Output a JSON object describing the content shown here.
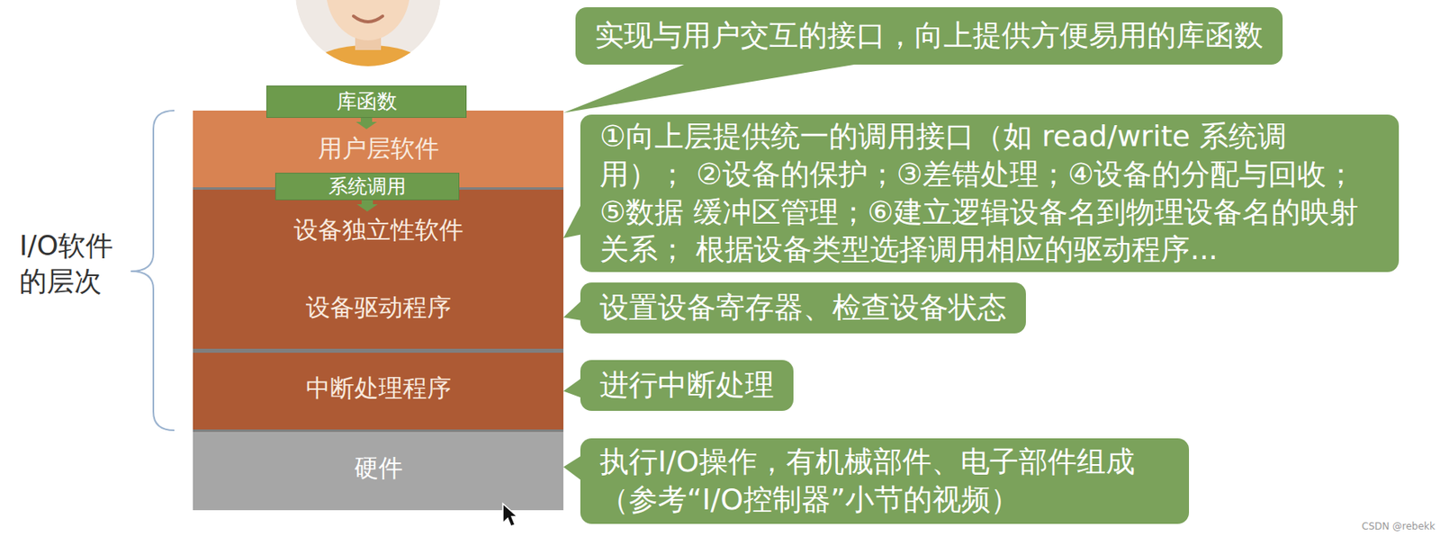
{
  "diagram": {
    "nodes": [
      {
        "text": [
          "库函数"
        ]
      },
      {
        "text": [
          "用户层软件"
        ]
      },
      {
        "text": [
          "系统调用"
        ]
      },
      {
        "text": [
          "设备独立性软件"
        ]
      },
      {
        "text": [
          "设备驱动程序"
        ]
      },
      {
        "text": [
          "中断处理程序"
        ]
      },
      {
        "text": [
          "硬件"
        ]
      },
      {
        "text": [
          "实现与用户交互的接口，向上提供方便易用的库函数"
        ]
      },
      {
        "text": [
          "①向上层提供统一的调用接口（如 read/write 系统调用）； ②设备的保护；③差错处理；④设备的分配与回收；⑤数据 缓冲区管理；⑥建立逻辑设备名到物理设备名的映射关系； 根据设备类型选择调用相应的驱动程序..."
        ]
      },
      {
        "text": [
          "设置设备寄存器、检查设备状态"
        ]
      },
      {
        "text": [
          "进行中断处理"
        ]
      },
      {
        "text": [
          "执行I/O操作，有机械部件、电子部件组成 （参考“I/O控制器”小节的视频）"
        ]
      }
    ],
    "edges": [
      {
        "from": 0,
        "to": 1,
        "arrow": "to"
      },
      {
        "from": 2,
        "to": 3,
        "arrow": "to"
      },
      {
        "from": 7,
        "to": 1,
        "arrow": "none"
      },
      {
        "from": 8,
        "to": 3,
        "arrow": "none"
      },
      {
        "from": 9,
        "to": 4,
        "arrow": "none"
      },
      {
        "from": 10,
        "to": 5,
        "arrow": "none"
      },
      {
        "from": 11,
        "to": 6,
        "arrow": "none"
      }
    ],
    "labels": [
      "I/O软件 的层次",
      "CSDN @rebekk"
    ]
  }
}
